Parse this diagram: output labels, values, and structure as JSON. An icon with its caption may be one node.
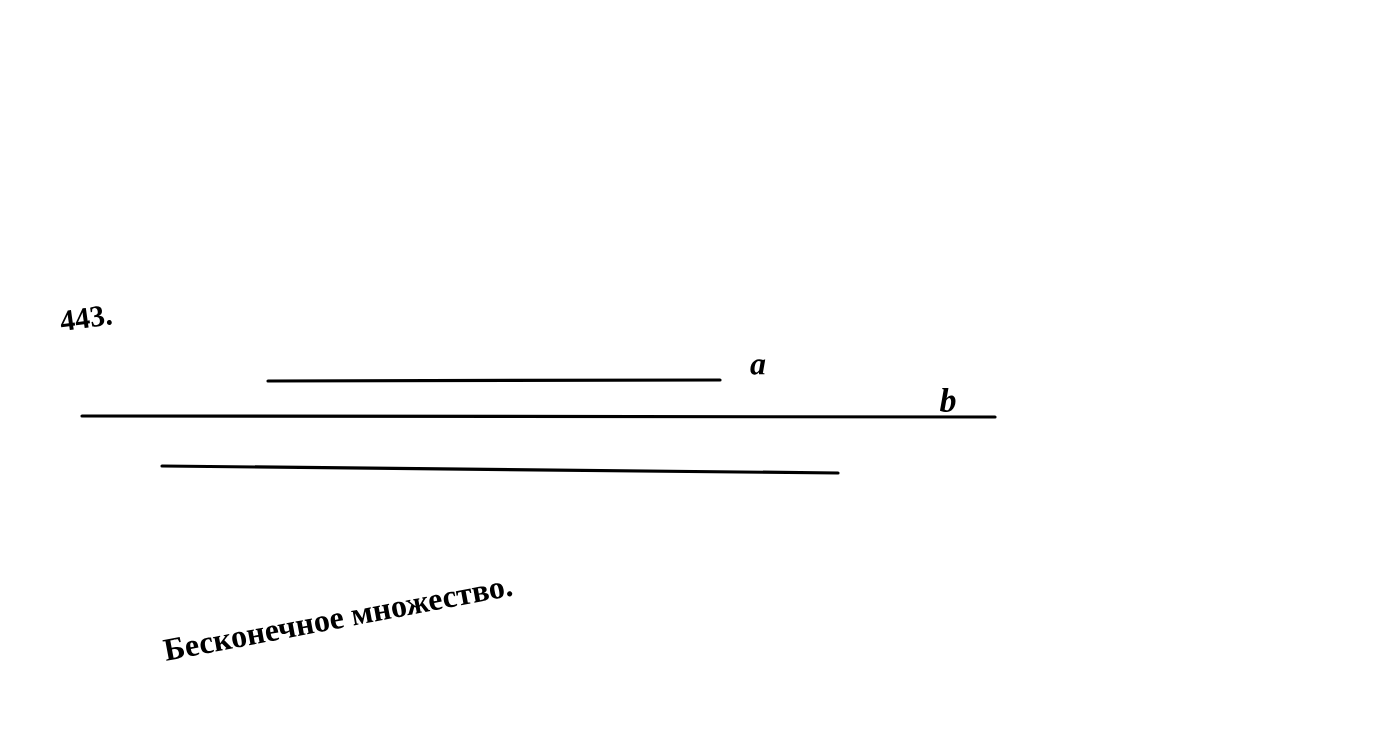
{
  "diagram": {
    "labels": [
      "443.",
      "a",
      "b",
      "Бесконечное множество."
    ]
  }
}
